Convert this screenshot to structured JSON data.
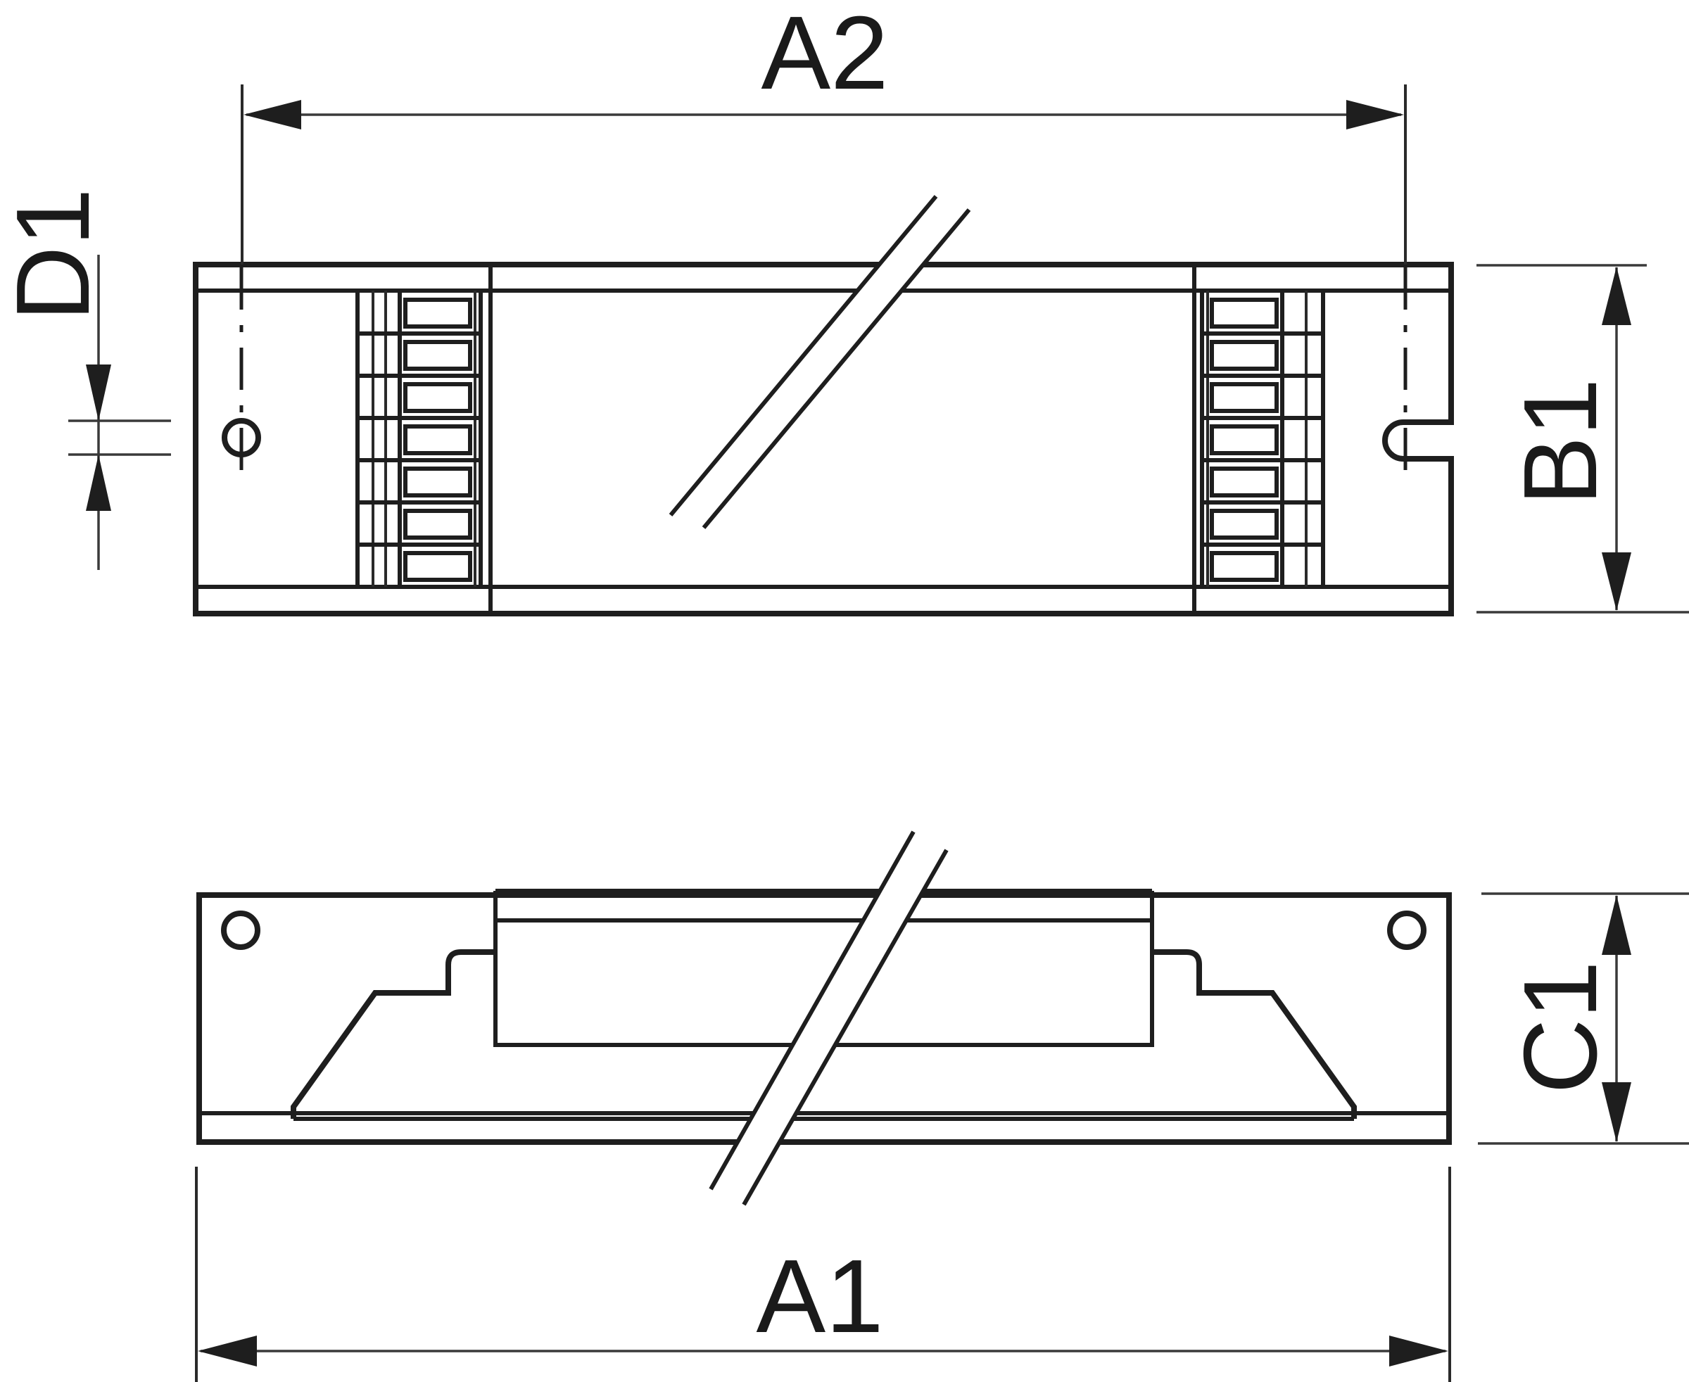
{
  "drawing": {
    "type": "technical dimension drawing",
    "subject": "electronic driver / ballast housing, top view and side view",
    "views": [
      {
        "name": "top-view",
        "terminal_blocks": 2,
        "terminals_per_block": 7,
        "mounting": [
          "round hole (left)",
          "keyhole slot (right)"
        ]
      },
      {
        "name": "side-view",
        "mounting_holes": 2
      }
    ]
  },
  "dimensions": {
    "a2": {
      "label": "A2",
      "description": "mounting hole centre distance"
    },
    "a1": {
      "label": "A1",
      "description": "overall length"
    },
    "b1": {
      "label": "B1",
      "description": "width"
    },
    "c1": {
      "label": "C1",
      "description": "height"
    },
    "d1": {
      "label": "D1",
      "description": "mounting hole diameter"
    }
  },
  "colors": {
    "line": "#1e1e1e",
    "background": "#ffffff"
  }
}
